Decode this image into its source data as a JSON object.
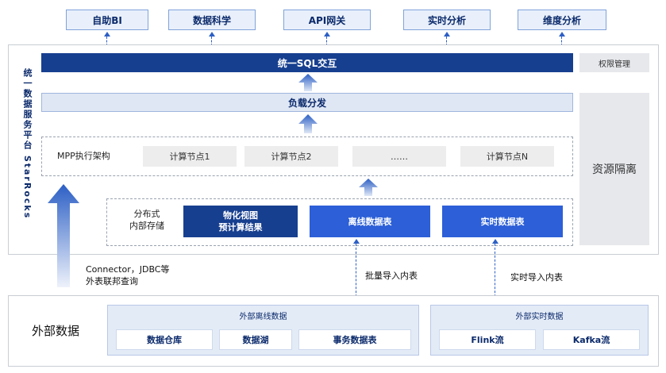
{
  "top_consumers": [
    "自助BI",
    "数据科学",
    "API网关",
    "实时分析",
    "维度分析"
  ],
  "sidebar_title": "统一数据服务平台 StarRocks",
  "sql_bar": "统一SQL交互",
  "permission": "权限管理",
  "load_bar": "负载分发",
  "resource_isolation": "资源隔离",
  "mpp": {
    "label": "MPP执行架构",
    "nodes": [
      "计算节点1",
      "计算节点2",
      "……",
      "计算节点N"
    ]
  },
  "storage": {
    "label_line1": "分布式",
    "label_line2": "内部存储",
    "mv_line1": "物化视图",
    "mv_line2": "预计算结果",
    "offline_table": "离线数据表",
    "realtime_table": "实时数据表"
  },
  "connector_note": {
    "line1": "Connector，JDBC等",
    "line2": "外表联邦查询"
  },
  "batch_import": "批量导入内表",
  "realtime_import": "实时导入内表",
  "external": {
    "title": "外部数据",
    "offline_group": {
      "title": "外部离线数据",
      "items": [
        "数据仓库",
        "数据湖",
        "事务数据表"
      ]
    },
    "realtime_group": {
      "title": "外部实时数据",
      "items": [
        "Flink流",
        "Kafka流"
      ]
    }
  },
  "colors": {
    "dark_blue": "#173f8f",
    "bright_blue": "#2c5fc5",
    "light_blue": "#e3ebf7"
  }
}
